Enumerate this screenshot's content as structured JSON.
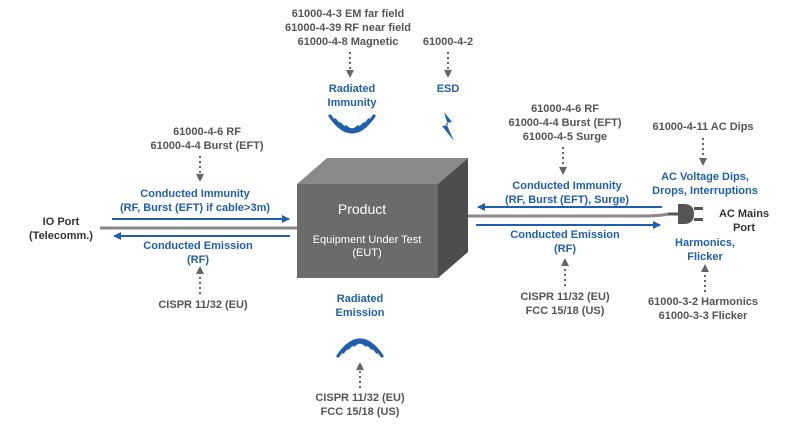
{
  "colors": {
    "accent_blue": "#1f5fae",
    "label_grey": "#555555",
    "box_front": "#6b6b6b",
    "box_top": "#8a8a8a",
    "box_side": "#4d4d4d",
    "dotted": "#666666"
  },
  "product": {
    "title": "Product",
    "line1": "Equipment Under Test",
    "line2": "(EUT)"
  },
  "radiated_immunity": {
    "standards": [
      "61000-4-3 EM far field",
      "61000-4-39 RF near field",
      "61000-4-8 Magnetic"
    ],
    "label": [
      "Radiated",
      "Immunity"
    ],
    "icon": "radio-waves-icon"
  },
  "esd": {
    "standard": "61000-4-2",
    "label": "ESD",
    "icon": "lightning-bolt-icon"
  },
  "radiated_emission": {
    "label": [
      "Radiated",
      "Emission"
    ],
    "standards": [
      "CISPR 11/32 (EU)",
      "FCC 15/18 (US)"
    ],
    "icon": "radio-waves-icon"
  },
  "io_port": {
    "name": [
      "IO Port",
      "(Telecomm.)"
    ],
    "immunity_standards": [
      "61000-4-6 RF",
      "61000-4-4 Burst (EFT)"
    ],
    "conducted_immunity": [
      "Conducted Immunity",
      "(RF, Burst (EFT) if cable>3m)"
    ],
    "conducted_emission": [
      "Conducted Emission",
      "(RF)"
    ],
    "emission_standards": [
      "CISPR 11/32 (EU)"
    ]
  },
  "ac_port": {
    "name": [
      "AC Mains",
      "Port"
    ],
    "immunity_standards": [
      "61000-4-6 RF",
      "61000-4-4 Burst (EFT)",
      "61000-4-5 Surge"
    ],
    "conducted_immunity": [
      "Conducted Immunity",
      "(RF, Burst (EFT), Surge)"
    ],
    "conducted_emission": [
      "Conducted Emission",
      "(RF)"
    ],
    "emission_standards": [
      "CISPR 11/32 (EU)",
      "FCC 15/18 (US)"
    ],
    "dips_standard": "61000-4-11 AC Dips",
    "dips_label": [
      "AC Voltage Dips,",
      "Drops, Interruptions"
    ],
    "harmonics_label": [
      "Harmonics,",
      "Flicker"
    ],
    "harmonics_standards": [
      "61000-3-2 Harmonics",
      "61000-3-3 Flicker"
    ],
    "icon": "power-plug-icon"
  }
}
